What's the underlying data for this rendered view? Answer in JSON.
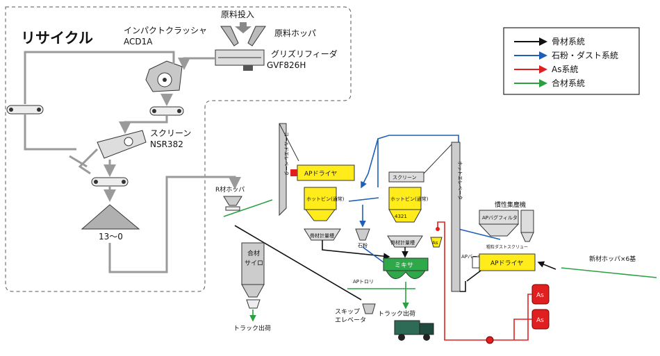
{
  "labels": {
    "recycle": "リサイクル",
    "material_input": "原料投入",
    "material_hopper": "原料ホッパ",
    "impact_crusher": "インパクトクラッシャ",
    "impact_crusher_model": "ACD1A",
    "grizzly_feeder": "グリズリフィーダ",
    "grizzly_feeder_model": "GVF826H",
    "screen_left": "スクリーン",
    "screen_left_model": "NSR382",
    "stockpile": "13〜0",
    "r_hopper": "R材ホッパ",
    "cold_elevator": "コールドエレベータ",
    "ap_dryer_left": "APドライヤ",
    "hot_bin_left": "ホットビン(通常)",
    "aggregate_scale_left": "骨材計量槽",
    "screen_mid": "スクリーン",
    "hot_bin_mid": "ホットビン(通常)",
    "hot_bin_mid_nums": "4321",
    "aggregate_scale_mid": "骨材計量槽",
    "stone_powder": "石粉",
    "as_label": "As",
    "hot_elevator": "ホットエレベータ",
    "mixer": "ミキサ",
    "ap_trolley": "APトロリ",
    "skip_elevator": "スキップ\nエレベータ",
    "skip_elevator_l1": "スキップ",
    "skip_elevator_l2": "エレベータ",
    "truck_ship_right": "トラック出荷",
    "mix_silo_l1": "合材",
    "mix_silo_l2": "サイロ",
    "truck_ship_left": "トラック出荷",
    "inertial_collector": "慣性集塵機",
    "bag_filter": "APバグフィルタ",
    "dust_screw": "粗粒ダストスクリュー",
    "ap_burner": "APバーナ",
    "ap_dryer_right": "APドライヤ",
    "new_hopper": "新材ホッパ×6基",
    "as_tank_1": "As",
    "as_tank_2": "As"
  },
  "legend": {
    "items": [
      {
        "label": "骨材系統",
        "color": "#111111"
      },
      {
        "label": "石粉・ダスト系統",
        "color": "#1d5fb8"
      },
      {
        "label": "As系統",
        "color": "#e02020"
      },
      {
        "label": "合材系統",
        "color": "#2aa040"
      }
    ]
  },
  "colors": {
    "yellow": "#ffec1a",
    "green": "#2fa84a",
    "gray": "#c8c8c8",
    "red": "#e02020"
  }
}
